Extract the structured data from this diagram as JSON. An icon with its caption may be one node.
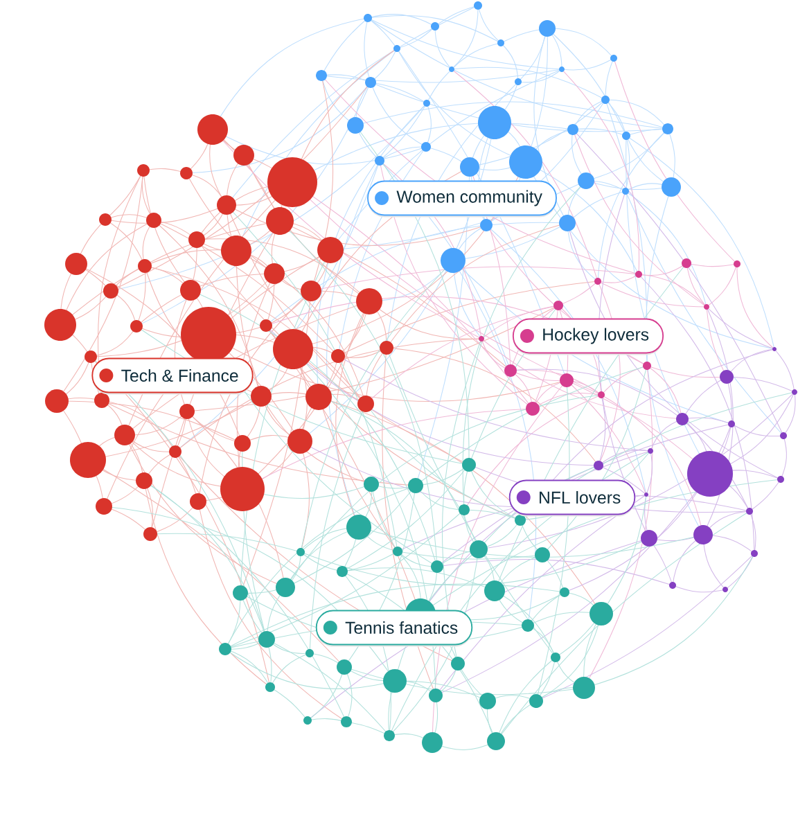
{
  "diagram": {
    "legend": [
      {
        "text": "Women community",
        "color": "#4aa3fb"
      },
      {
        "text": "Hockey lovers",
        "color": "#d63d8f"
      },
      {
        "text": "Tech & Finance",
        "color": "#d9342b"
      },
      {
        "text": "NFL lovers",
        "color": "#8540c2"
      },
      {
        "text": "Tennis fanatics",
        "color": "#2aab9f"
      }
    ]
  }
}
